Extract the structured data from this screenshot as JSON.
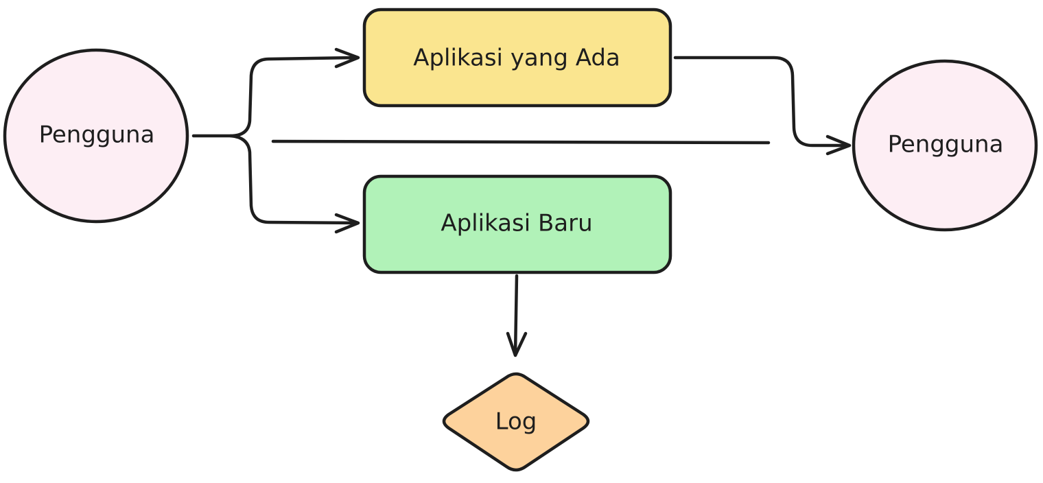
{
  "nodes": {
    "user_source": {
      "label": "Pengguna",
      "color": "#fdeef4"
    },
    "existing_app": {
      "label": "Aplikasi yang Ada",
      "color": "#fae58f"
    },
    "new_app": {
      "label": "Aplikasi Baru",
      "color": "#b1f2b8"
    },
    "user_target": {
      "label": "Pengguna",
      "color": "#fdeef4"
    },
    "log": {
      "label": "Log",
      "color": "#fdd29c"
    }
  },
  "stroke_color": "#1e1e1e"
}
